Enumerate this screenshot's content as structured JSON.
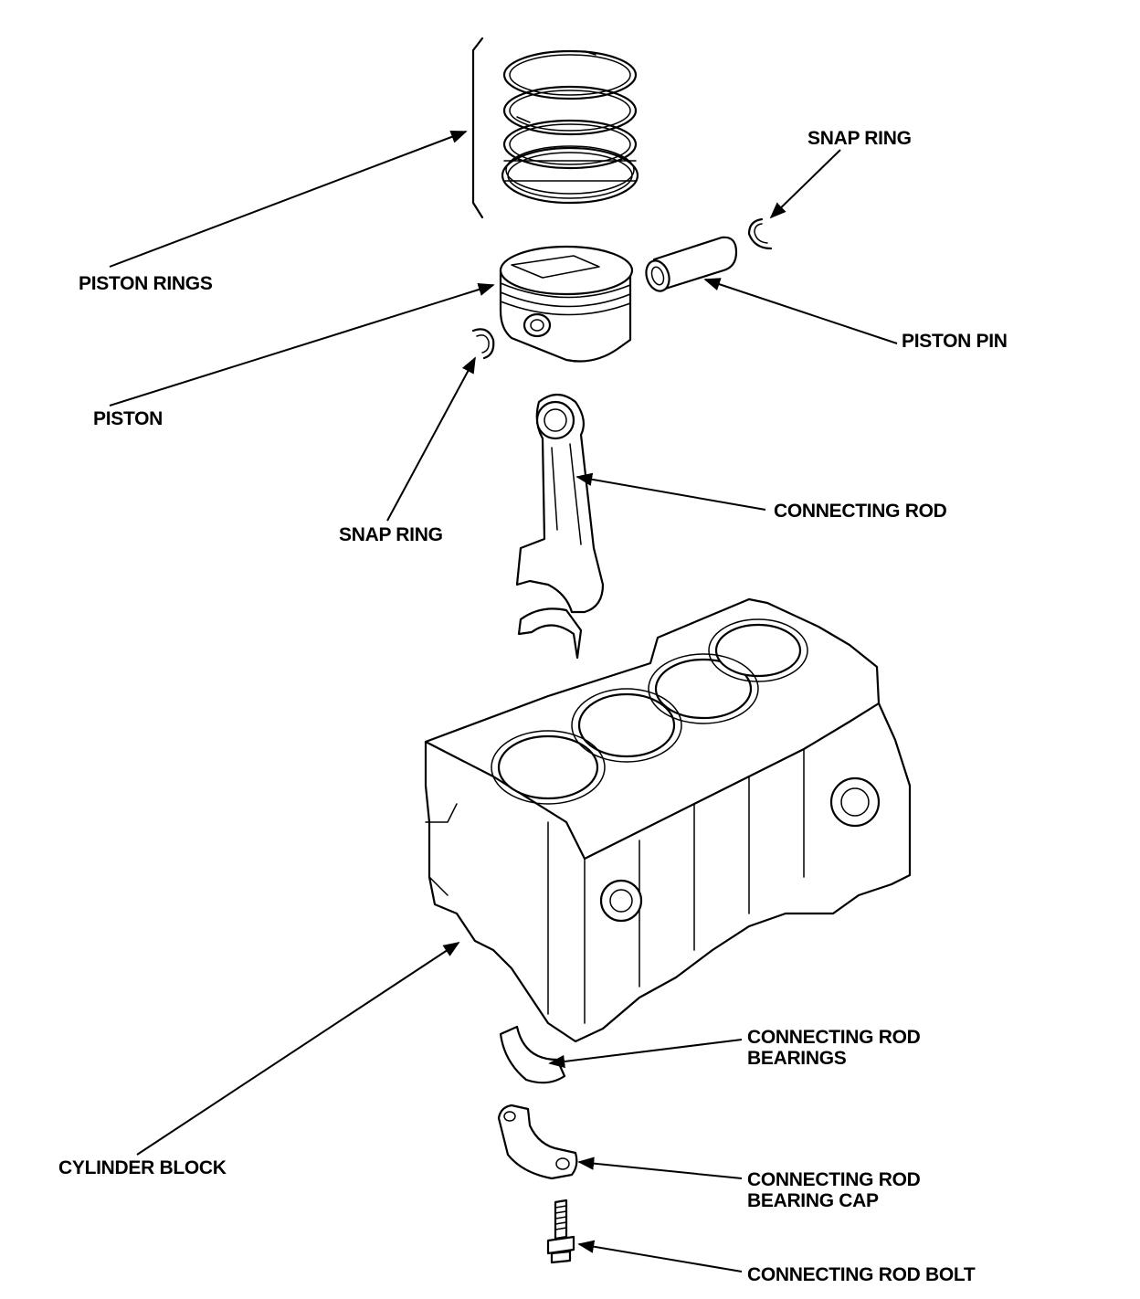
{
  "labels": {
    "piston_rings": "PISTON RINGS",
    "snap_ring_top": "SNAP RING",
    "piston_pin": "PISTON PIN",
    "piston": "PISTON",
    "connecting_rod": "CONNECTING ROD",
    "snap_ring_left": "SNAP RING",
    "connecting_rod_bearings_line1": "CONNECTING ROD",
    "connecting_rod_bearings_line2": "BEARINGS",
    "cylinder_block": "CYLINDER BLOCK",
    "bearing_cap_line1": "CONNECTING ROD",
    "bearing_cap_line2": "BEARING CAP",
    "connecting_rod_bolt": "CONNECTING ROD BOLT"
  },
  "colors": {
    "ink": "#000000",
    "paper": "#ffffff"
  }
}
